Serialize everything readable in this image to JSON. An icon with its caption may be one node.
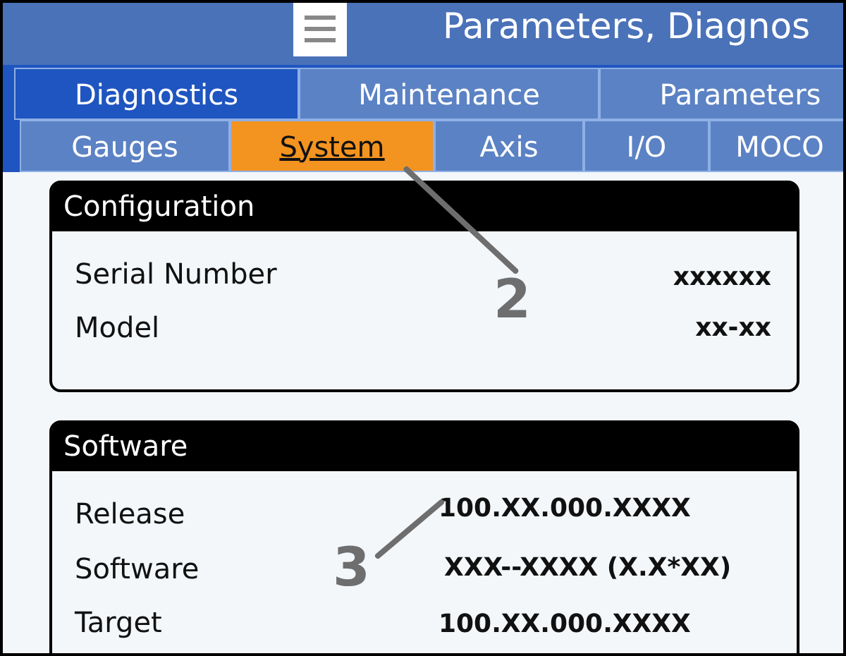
{
  "diagram": {
    "title": "Parameters, Diagnos",
    "nodes": [
      {
        "text": [
          "Diagnostics"
        ]
      },
      {
        "text": [
          "Maintenance"
        ]
      },
      {
        "text": [
          "Parameters"
        ]
      },
      {
        "text": [
          "Gauges"
        ]
      },
      {
        "text": [
          "System"
        ]
      },
      {
        "text": [
          "Axis"
        ]
      },
      {
        "text": [
          "I/O"
        ]
      },
      {
        "text": [
          "MOCO"
        ]
      },
      {
        "text": [
          "Configuration"
        ]
      },
      {
        "text": [
          "Software"
        ]
      },
      {
        "text": [
          "2"
        ],
        "in": 8
      },
      {
        "text": [
          "3"
        ],
        "in": 9
      },
      {
        "text": [
          "100.XX.000.XXXX"
        ],
        "in": 9
      }
    ],
    "edges": [
      {
        "from": 10,
        "to": 4,
        "arrow": "none"
      },
      {
        "from": 11,
        "to": 12,
        "arrow": "none"
      }
    ],
    "labels": [
      "Serial Number",
      "xxxxxx",
      "Model",
      "xx-xx",
      "Release",
      "Software",
      "XXX--XXXX (X.X*XX)",
      "Target",
      "100.XX.000.XXXX"
    ]
  }
}
